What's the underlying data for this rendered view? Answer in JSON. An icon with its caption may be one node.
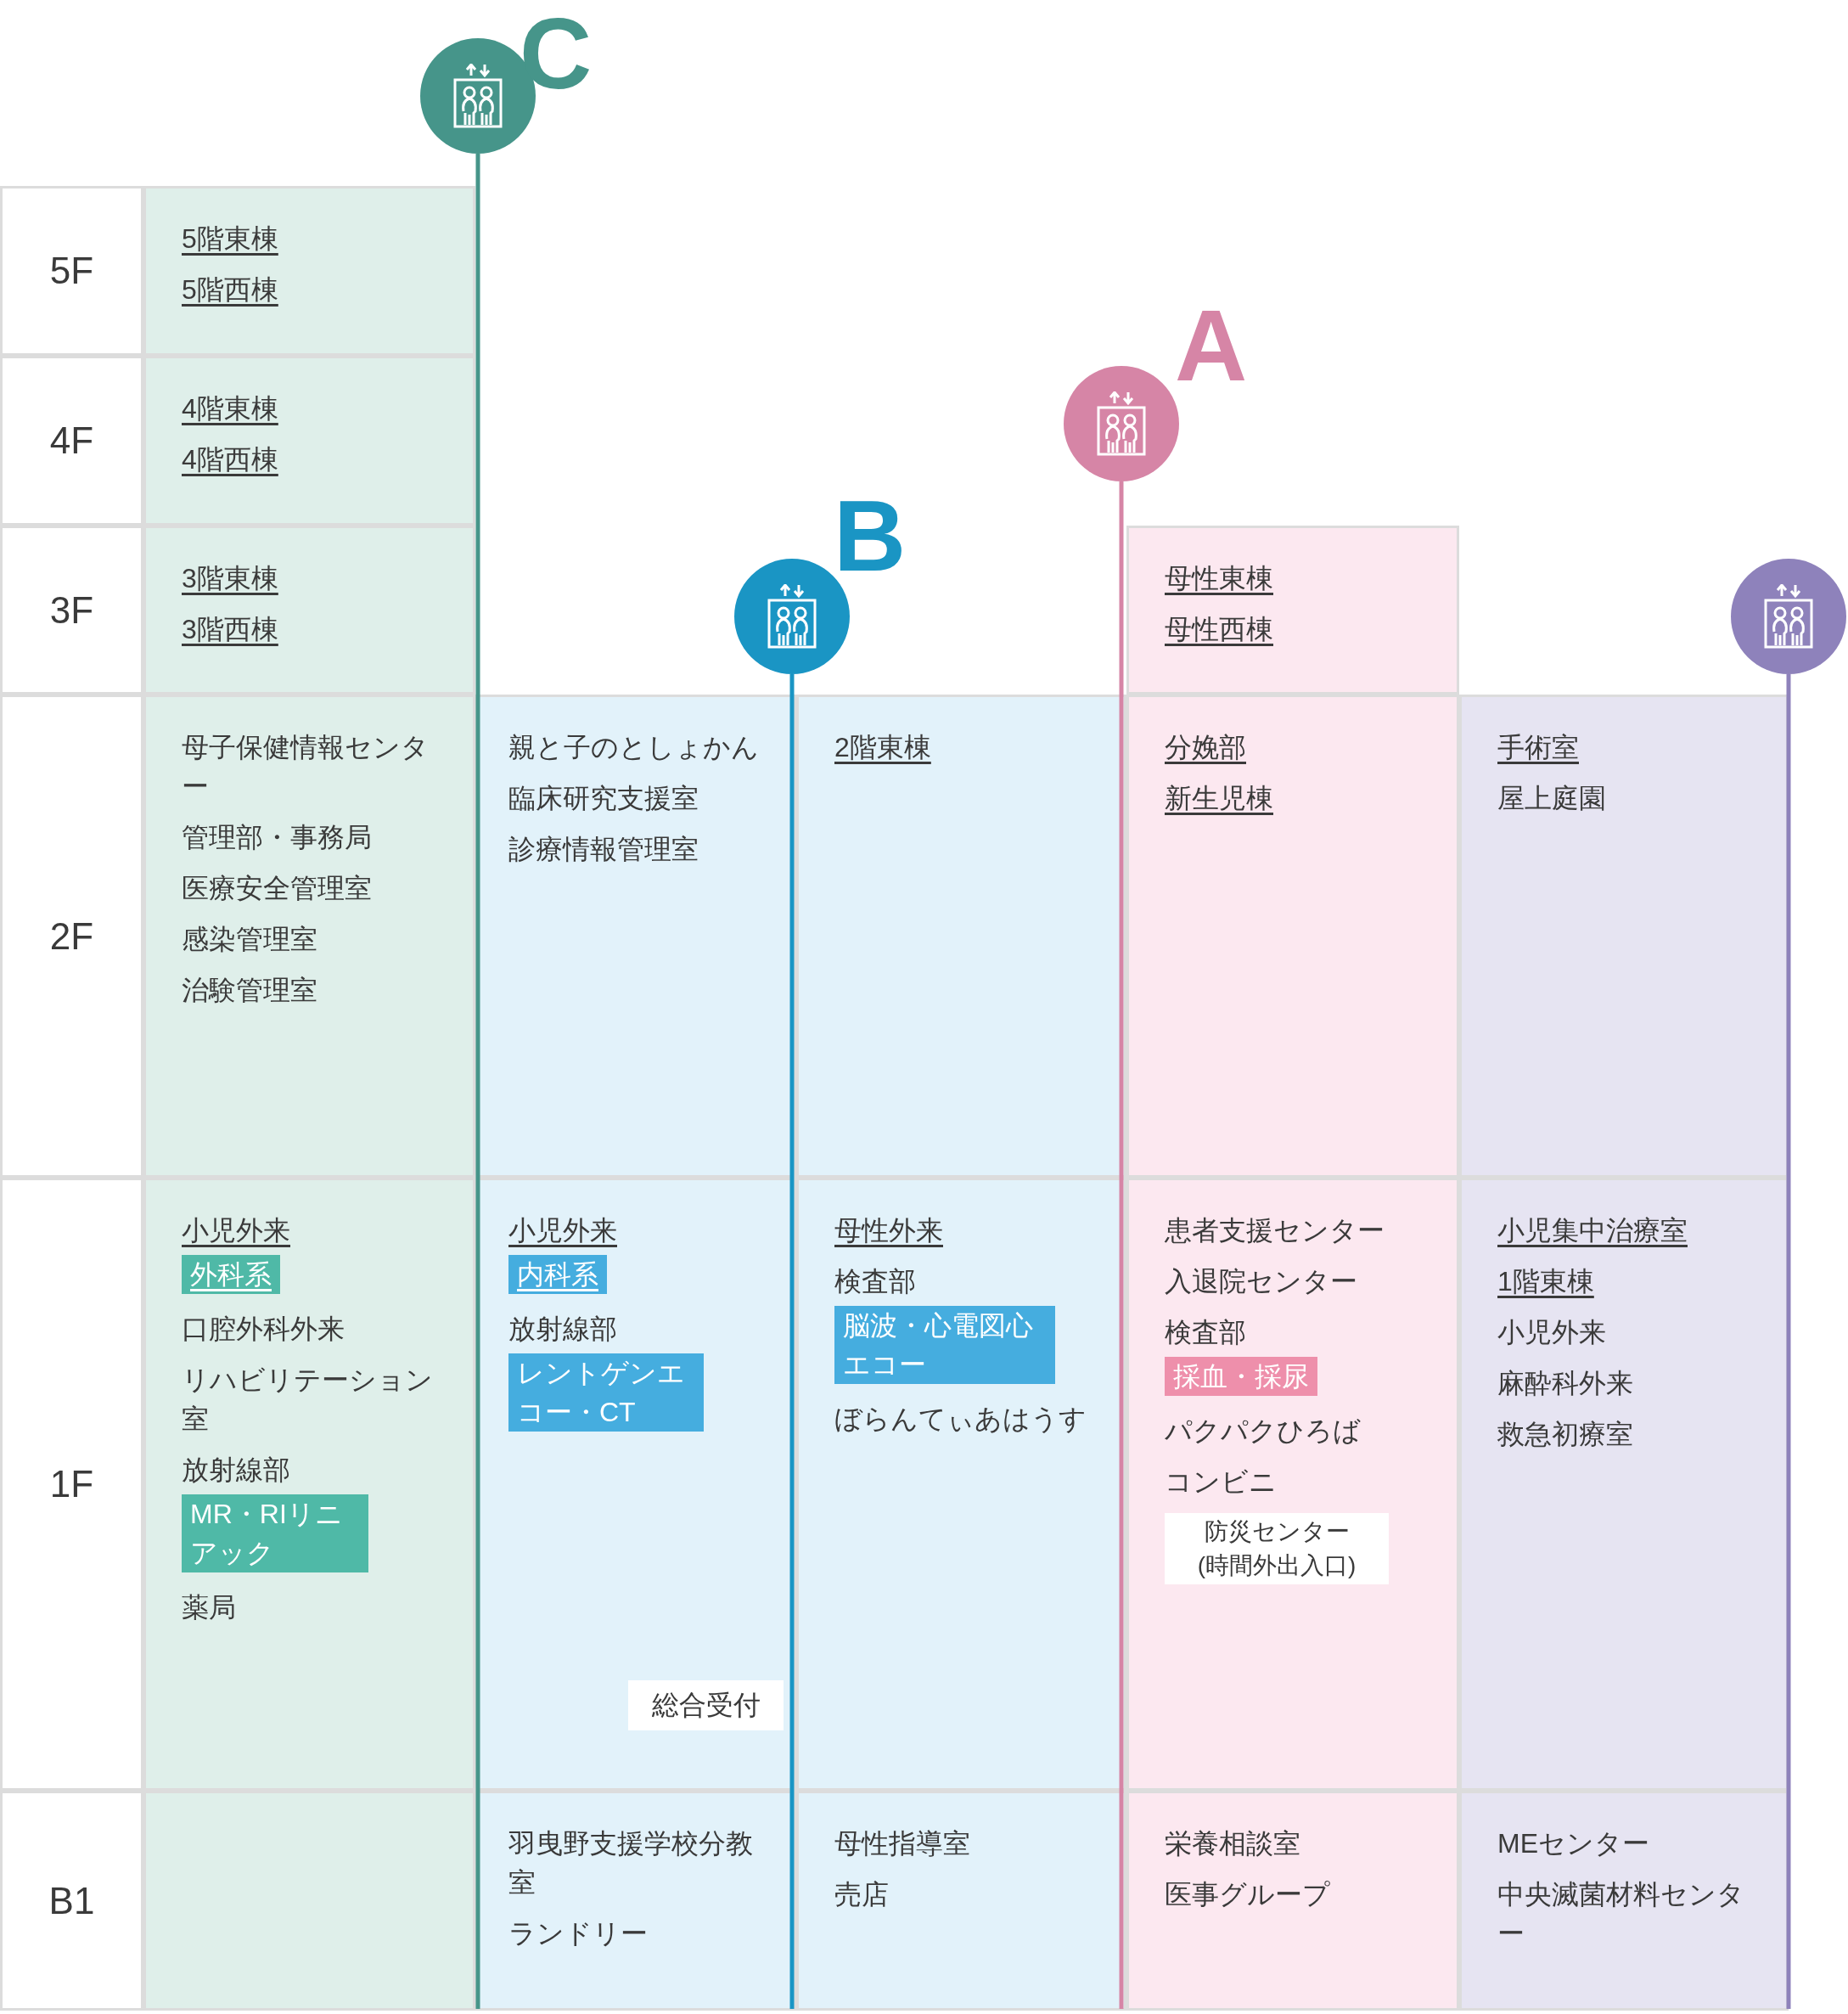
{
  "diagram": {
    "nodes": [
      {
        "text": [],
        "shape": "circle",
        "beside": [
          "C"
        ]
      },
      {
        "text": [],
        "shape": "circle",
        "beside": [
          "A"
        ]
      },
      {
        "text": [],
        "shape": "circle",
        "beside": [
          "B"
        ]
      },
      {
        "text": [],
        "shape": "circle"
      },
      {
        "text": [
          "5F"
        ]
      },
      {
        "text": [
          "5階東棟",
          "5階西棟"
        ]
      },
      {
        "text": [
          "4F"
        ]
      },
      {
        "text": [
          "4階東棟",
          "4階西棟"
        ]
      },
      {
        "text": [
          "3F"
        ]
      },
      {
        "text": [
          "3階東棟",
          "3階西棟"
        ]
      },
      {
        "text": [
          "母性東棟",
          "母性西棟"
        ]
      },
      {
        "text": [
          "2F"
        ]
      },
      {
        "text": [
          "母子保健情報センター",
          "管理部・事務局",
          "医療安全管理室",
          "感染管理室",
          "治験管理室"
        ]
      },
      {
        "text": [
          "親と子のとしょかん",
          "臨床研究支援室",
          "診療情報管理室"
        ]
      },
      {
        "text": [
          "2階東棟"
        ]
      },
      {
        "text": [
          "分娩部",
          "新生児棟"
        ]
      },
      {
        "text": [
          "手術室",
          "屋上庭園"
        ]
      },
      {
        "text": [
          "1F"
        ]
      },
      {
        "text": [
          "小児外来",
          "口腔外科外来",
          "リハビリテーション室",
          "放射線部",
          "薬局"
        ]
      },
      {
        "text": [
          "外科系"
        ],
        "in": 18
      },
      {
        "text": [
          "MR・RIリニアック"
        ],
        "in": 18
      },
      {
        "text": [
          "小児外来",
          "放射線部"
        ]
      },
      {
        "text": [
          "内科系"
        ],
        "in": 21
      },
      {
        "text": [
          "レントゲンエコー・CT"
        ],
        "in": 21
      },
      {
        "text": [
          "母性外来",
          "検査部",
          "ぼらんてぃあはうす"
        ]
      },
      {
        "text": [
          "脳波・心電図心エコー"
        ],
        "in": 24
      },
      {
        "text": [
          "総合受付"
        ],
        "in": 21
      },
      {
        "text": [
          "患者支援センター",
          "入退院センター",
          "検査部",
          "パクパクひろば",
          "コンビニ"
        ]
      },
      {
        "text": [
          "採血・採尿"
        ],
        "in": 27
      },
      {
        "text": [
          "防災センター(時間外出入口)"
        ],
        "in": 27
      },
      {
        "text": [
          "小児集中治療室",
          "1階東棟",
          "小児外来",
          "麻酔科外来",
          "救急初療室"
        ]
      },
      {
        "text": [
          "B1"
        ]
      },
      {
        "text": [],
        "shape": "box"
      },
      {
        "text": [
          "羽曳野支援学校分教室",
          "ランドリー"
        ]
      },
      {
        "text": [
          "母性指導室",
          "売店"
        ]
      },
      {
        "text": [
          "栄養相談室",
          "医事グループ"
        ]
      },
      {
        "text": [
          "MEセンター",
          "中央滅菌材料センター"
        ]
      }
    ],
    "edges": [
      {
        "from": 0,
        "to": 33,
        "arrow": "none",
        "color": "#46958a"
      },
      {
        "from": 1,
        "to": 34,
        "arrow": "none",
        "color": "#d685a6"
      },
      {
        "from": 2,
        "to": 33,
        "arrow": "none",
        "color": "#1a95c4"
      },
      {
        "from": 3,
        "to": 36,
        "arrow": "none",
        "color": "#8e82bb"
      }
    ]
  }
}
